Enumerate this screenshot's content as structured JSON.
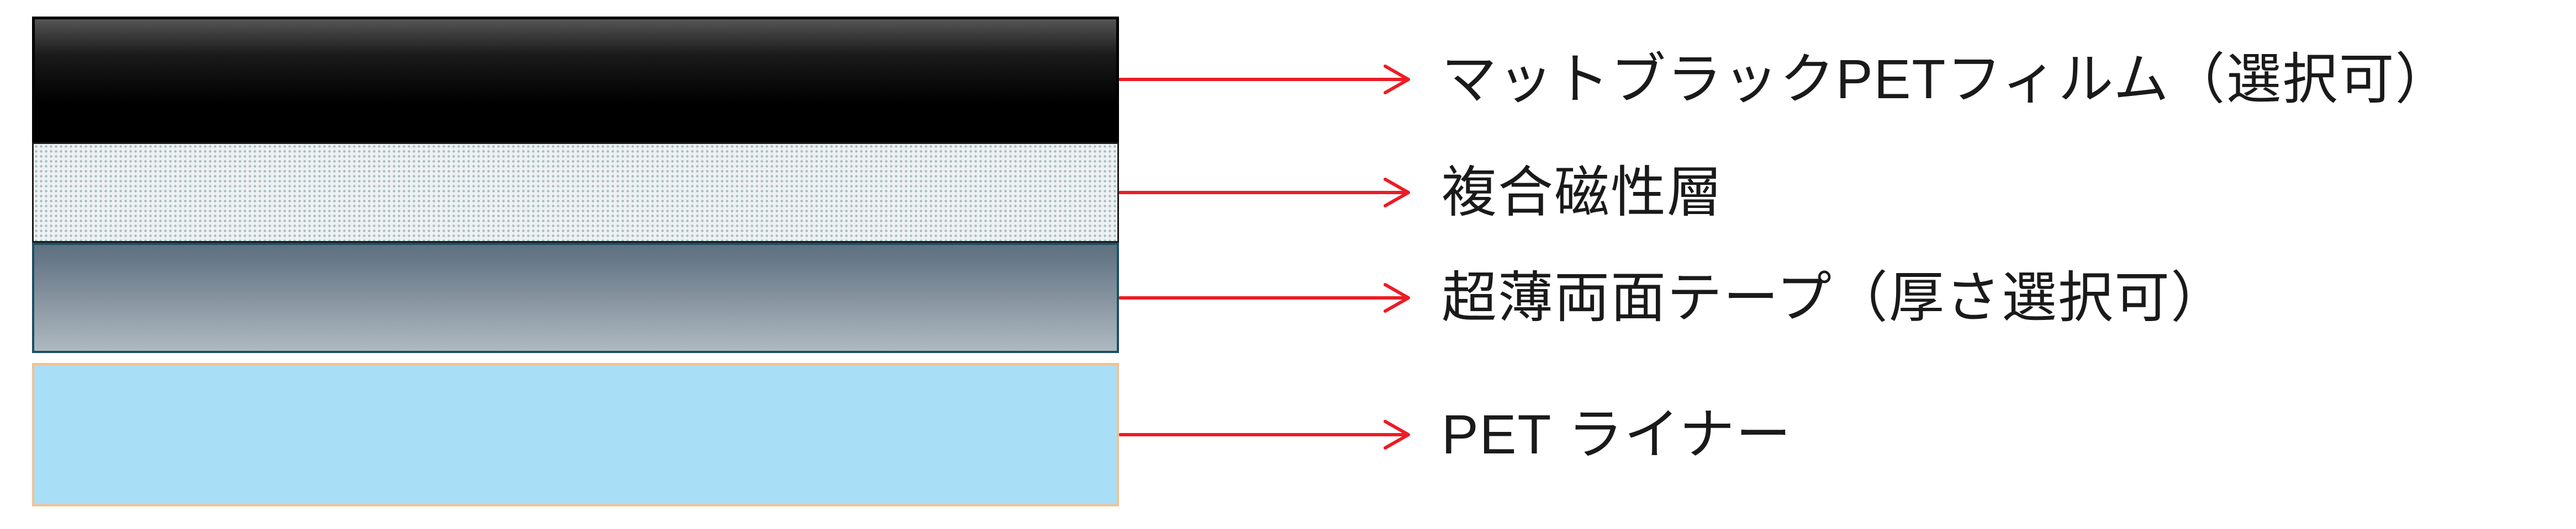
{
  "page": {
    "background": "#ffffff"
  },
  "diagram": {
    "type": "layered-material-cross-section",
    "arrow_color": "#ed1c24",
    "layers": [
      {
        "name": "matte-black-pet-film",
        "label": "マットブラックPETフィルム（選択可）",
        "fill": "#000000",
        "border_color": "#000000",
        "texture": "solid-black"
      },
      {
        "name": "composite-magnetic-layer",
        "label": "複合磁性層",
        "fill": "#eef1f2",
        "dot_color": "#a9bcc4",
        "border_color": "#1a1a1a",
        "texture": "fine-dots"
      },
      {
        "name": "ultra-thin-double-sided-tape",
        "label": "超薄両面テープ（厚さ選択可）",
        "fill_gradient_top": "#68798a",
        "fill_gradient_bottom": "#aeb9c1",
        "border_color": "#1c4f63",
        "texture": "vertical-gray-gradient"
      },
      {
        "name": "pet-liner",
        "label": "PET ライナー",
        "fill": "#a9def7",
        "border_color": "#f5c08c",
        "texture": "solid-light-blue"
      }
    ]
  }
}
